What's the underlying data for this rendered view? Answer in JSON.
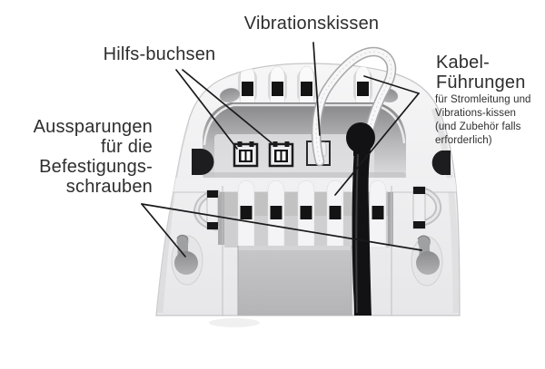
{
  "figure": {
    "annotations": {
      "hilfsbuchsen": {
        "text": "Hilfs-buchsen"
      },
      "vibrationskissen": {
        "text": "Vibrationskissen"
      },
      "kabelfuehrungen": {
        "title_lines": [
          "Kabel-",
          "Führungen"
        ],
        "subtitle_lines": [
          "für Stromleitung und",
          "Vibrations-kissen",
          "(und Zubehör falls",
          "erforderlich)"
        ]
      },
      "aussparungen": {
        "lines": [
          "Aussparungen",
          "für die",
          "Befestigungs-",
          "schrauben"
        ]
      }
    },
    "colors": {
      "background": "#ffffff",
      "label_text": "#2e2e2e",
      "annotation_line": "#1a1a1a",
      "device_body": "#ededef",
      "recess_shadow": "#87878a",
      "clip_black": "#141414",
      "power_cable": "#121214",
      "white_cable": "#f7f7f8",
      "label_plate": "#bfbfc1",
      "keyhole_interior": "#9fa0a2"
    }
  }
}
